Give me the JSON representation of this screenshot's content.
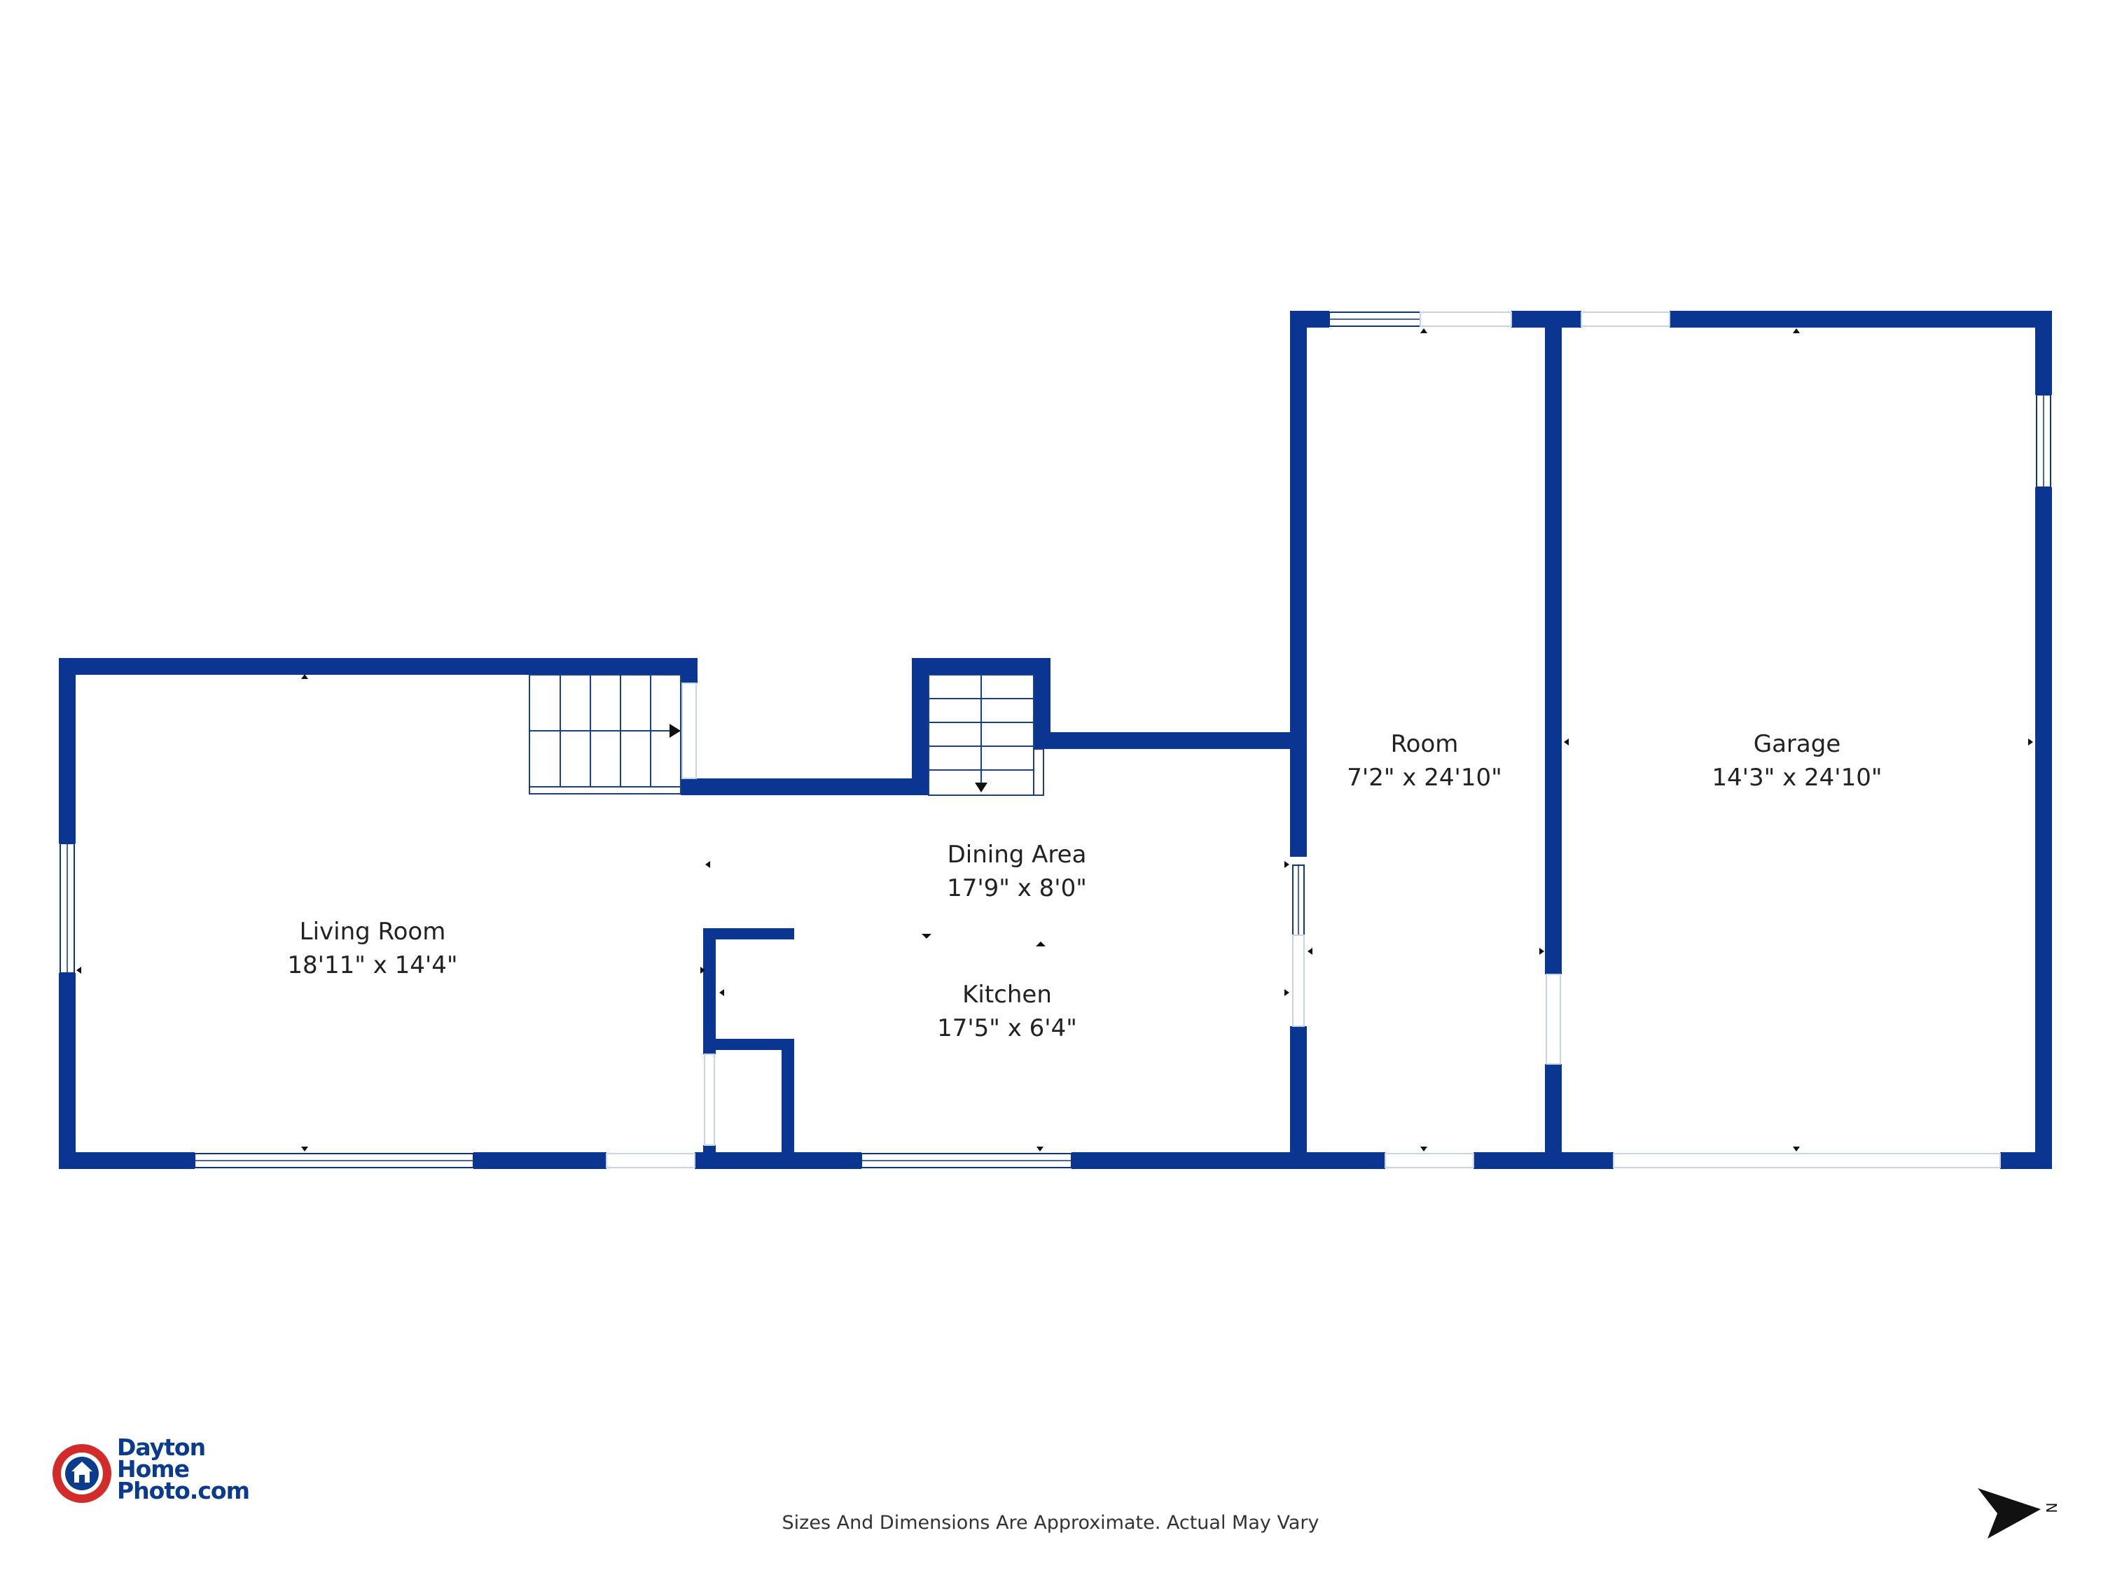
{
  "colors": {
    "wall": "#0a3590",
    "window": "#ffffff",
    "text": "#222222",
    "logo_red": "#d32a2a",
    "logo_blue": "#0b3b8c"
  },
  "rooms": [
    {
      "name": "Living Room",
      "dims": "18'11\" x 14'4\""
    },
    {
      "name": "Dining Area",
      "dims": "17'9\" x 8'0\""
    },
    {
      "name": "Kitchen",
      "dims": "17'5\" x 6'4\""
    },
    {
      "name": "Room",
      "dims": "7'2\" x 24'10\""
    },
    {
      "name": "Garage",
      "dims": "14'3\" x 24'10\""
    }
  ],
  "logo": {
    "line1": "Dayton",
    "line2": "Home",
    "line3": "Photo.com"
  },
  "disclaimer": "Sizes And Dimensions Are Approximate. Actual May Vary",
  "compass": {
    "label": "N",
    "icon": "north-arrow-icon"
  }
}
